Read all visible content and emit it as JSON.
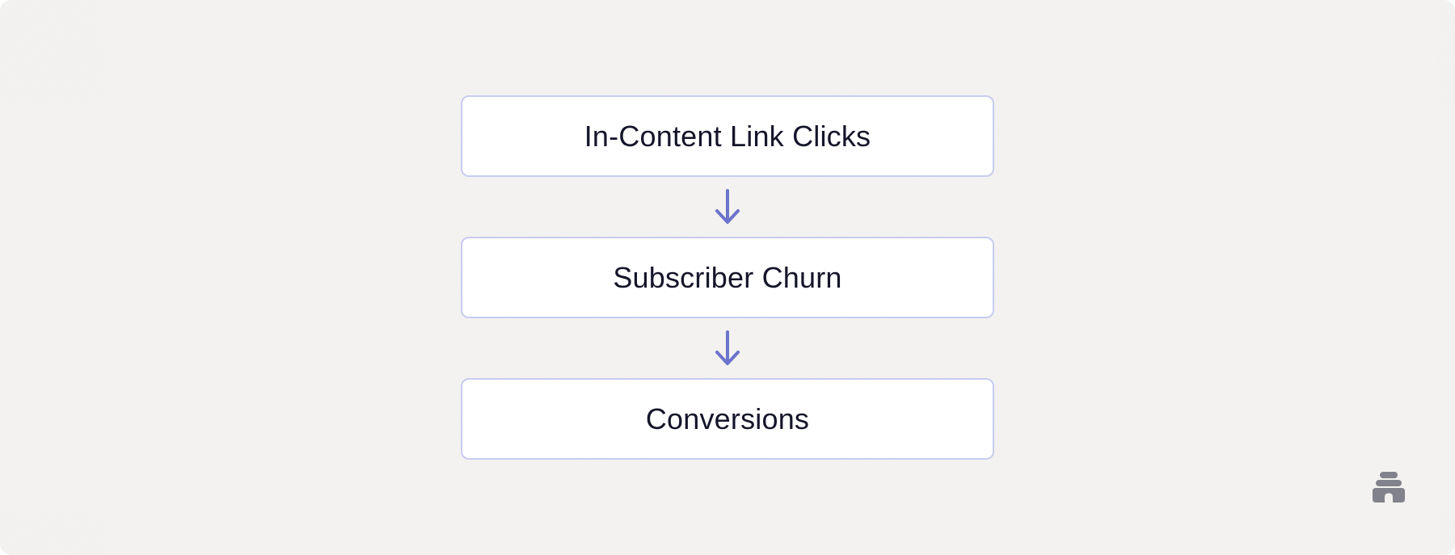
{
  "canvas": {
    "background_color": "#f5f4f2"
  },
  "flow": {
    "type": "vertical-flowchart",
    "nodes": [
      {
        "label": "In-Content Link Clicks"
      },
      {
        "label": "Subscriber Churn"
      },
      {
        "label": "Conversions"
      }
    ],
    "edges": [
      {
        "from": 0,
        "to": 1,
        "style": "down-arrow"
      },
      {
        "from": 1,
        "to": 2,
        "style": "down-arrow"
      }
    ],
    "node_background": "#ffffff",
    "node_border_color": "#c8ccf1",
    "node_text_color": "#15152a",
    "arrow_color": "#6b74cb"
  },
  "watermark": {
    "icon": "beehive-icon",
    "color": "#82828c"
  }
}
